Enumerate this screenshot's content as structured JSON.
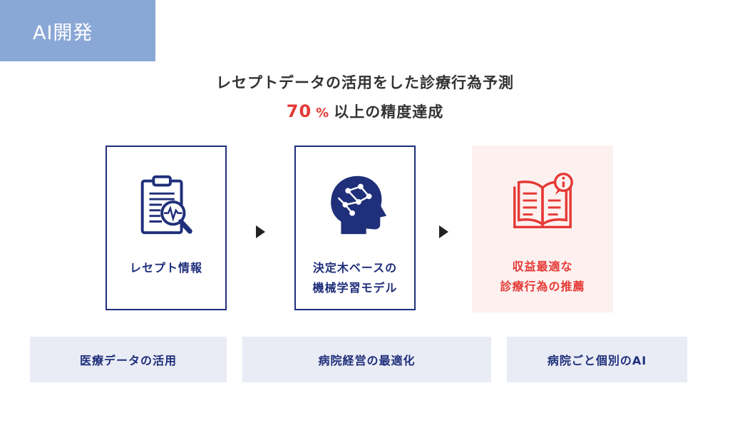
{
  "tag": {
    "label": "AI開発"
  },
  "headline": "レセプトデータの活用をした診療行為予測",
  "result": {
    "value": "70",
    "unit": "%",
    "text": "以上の精度達成"
  },
  "steps": [
    {
      "icon": "clipboard-search-icon",
      "line1": "レセプト情報",
      "line2": ""
    },
    {
      "icon": "brain-head-icon",
      "line1": "決定木ベースの",
      "line2": "機械学習モデル"
    },
    {
      "icon": "book-info-icon",
      "line1": "収益最適な",
      "line2": "診療行為の推薦"
    }
  ],
  "benefits": [
    "医療データの活用",
    "病院経営の最適化",
    "病院ごと個別のAI"
  ],
  "colors": {
    "tag_bg": "#8aa8d6",
    "navy": "#1f2f7a",
    "red": "#e53935",
    "highlight_bg": "#fdf1f0",
    "pill_bg": "#e9ecf5"
  }
}
